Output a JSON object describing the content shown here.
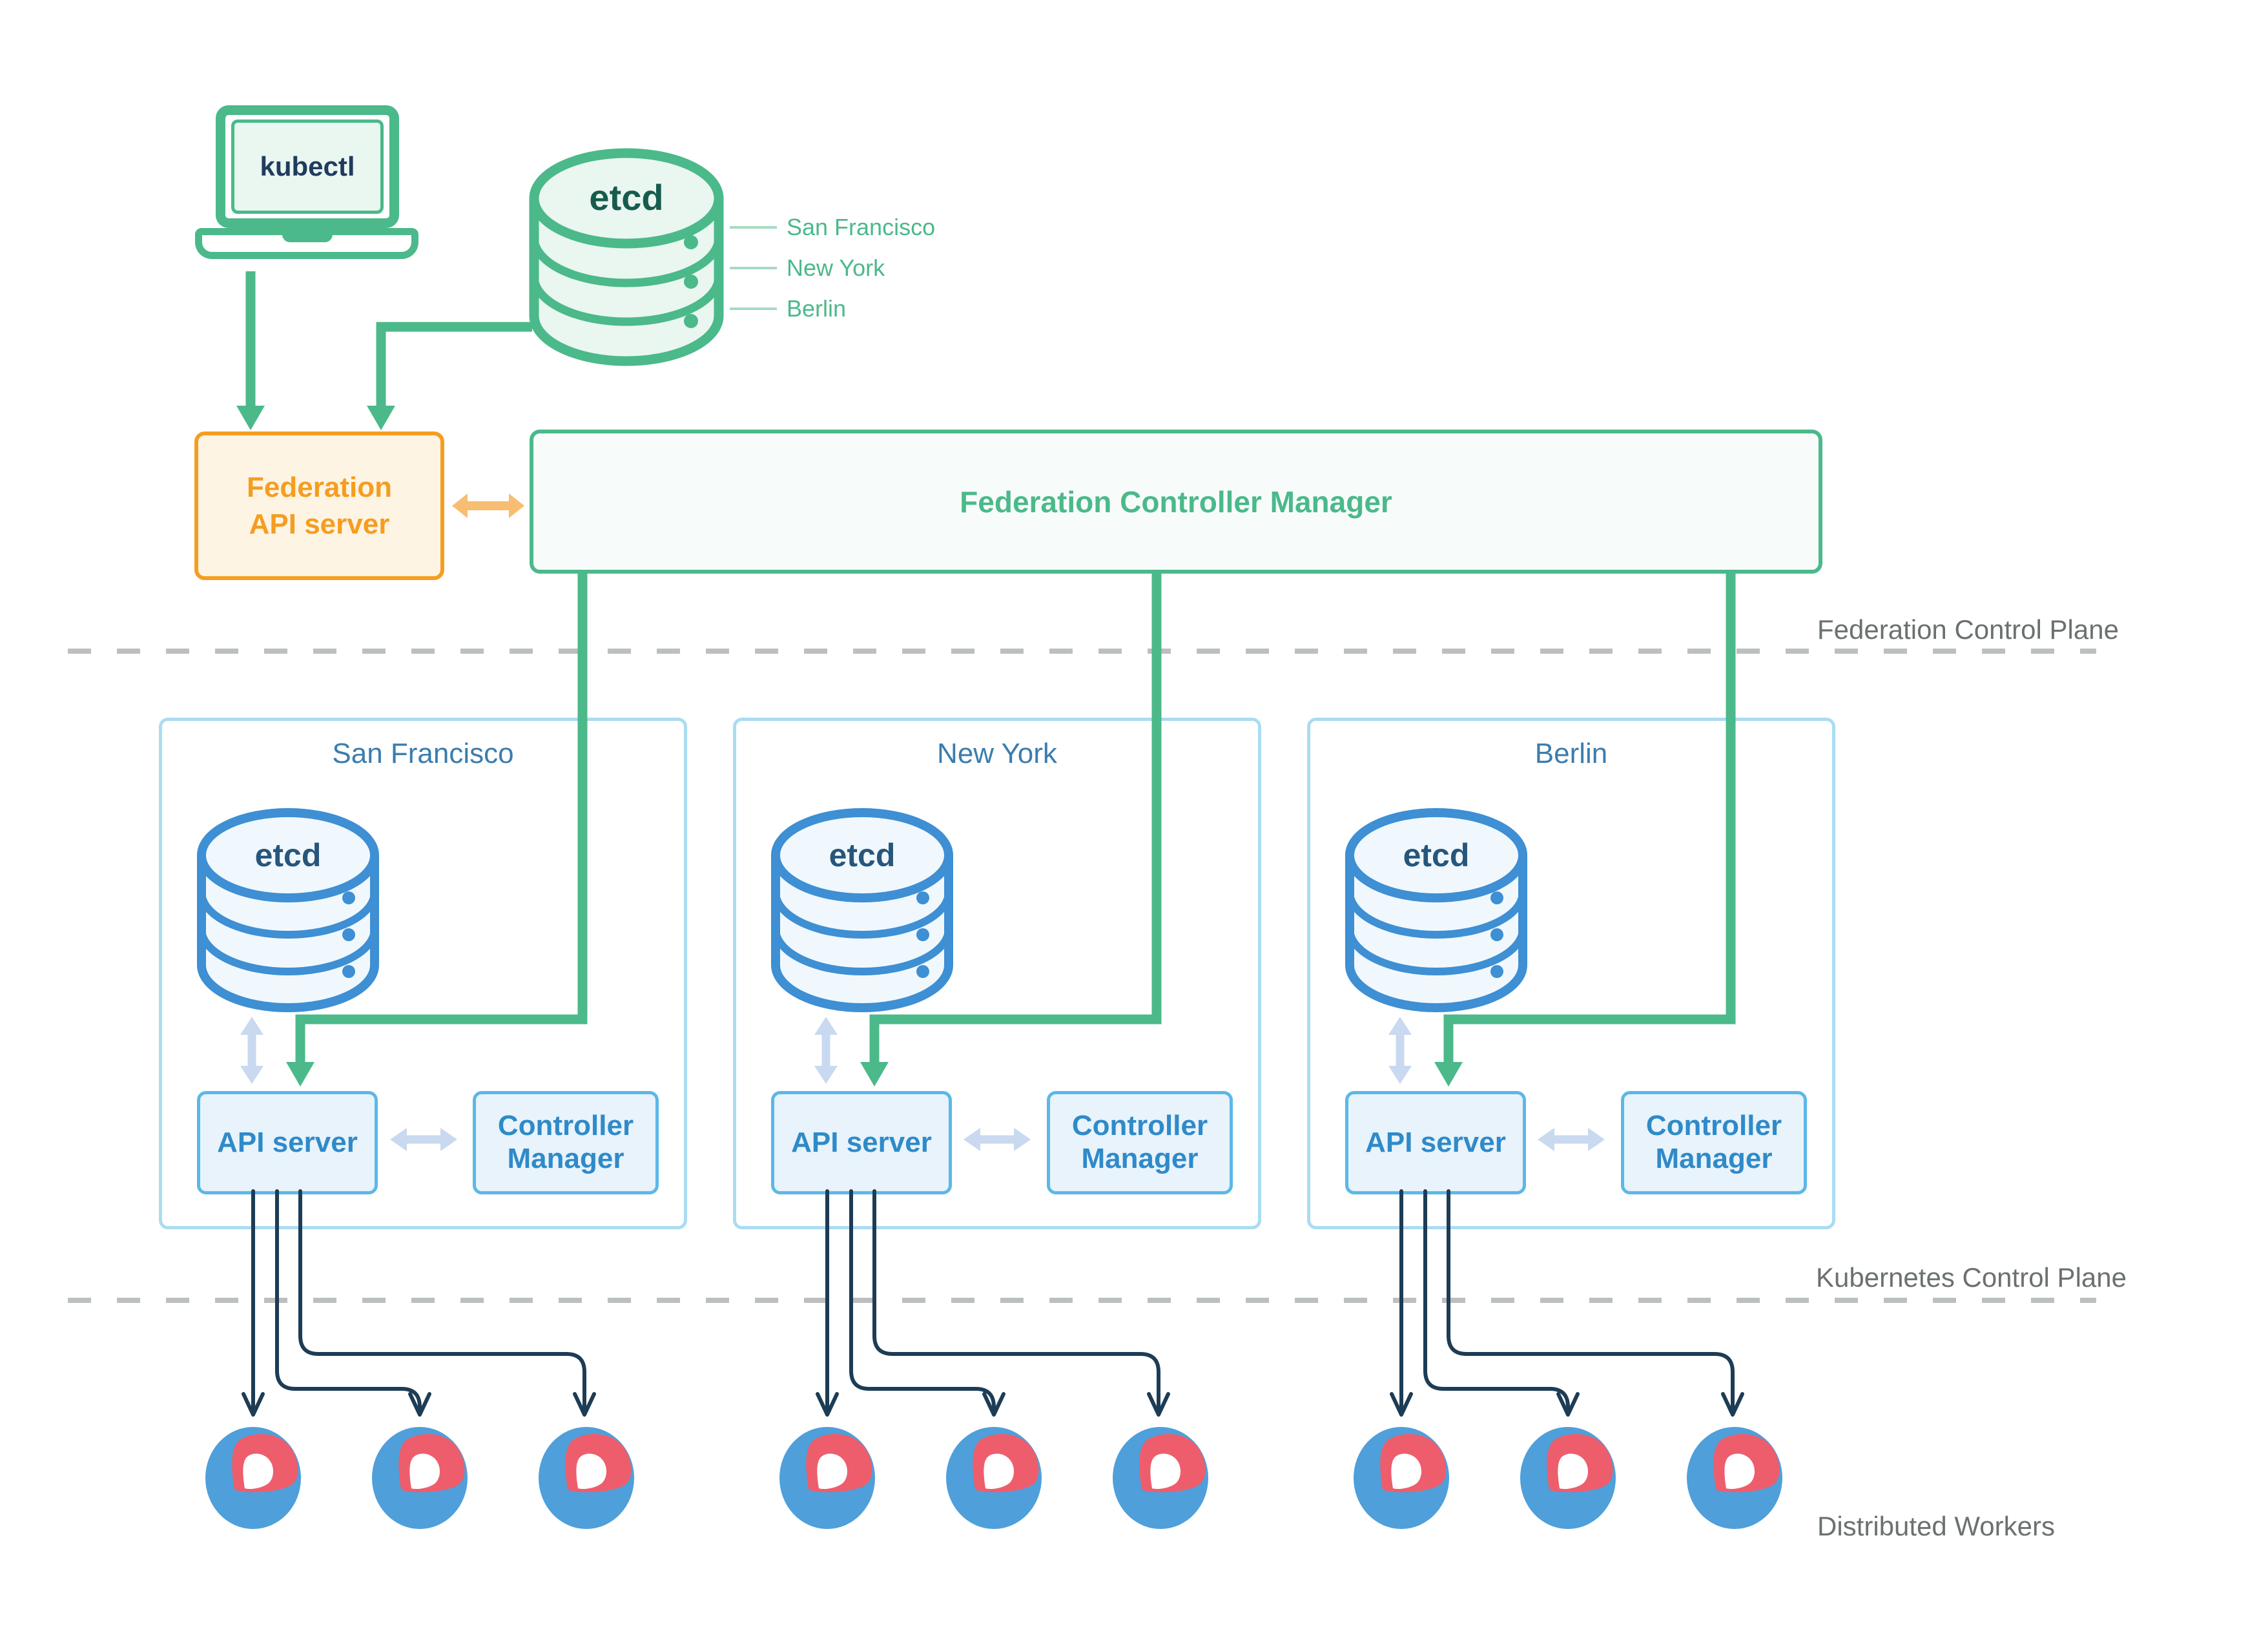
{
  "kubectl": {
    "label": "kubectl"
  },
  "fed_etcd": {
    "label": "etcd",
    "shards": [
      "San Francisco",
      "New York",
      "Berlin"
    ]
  },
  "fed_api": {
    "line1": "Federation",
    "line2": "API server"
  },
  "fcm": {
    "label": "Federation Controller Manager"
  },
  "planes": {
    "federation": "Federation Control Plane",
    "kubernetes": "Kubernetes Control Plane",
    "workers_label": "Distributed Workers"
  },
  "clusters": [
    {
      "title": "San Francisco",
      "etcd_label": "etcd",
      "api_server_label": "API server",
      "cm_line1": "Controller",
      "cm_line2": "Manager",
      "worker_count": 3
    },
    {
      "title": "New York",
      "etcd_label": "etcd",
      "api_server_label": "API server",
      "cm_line1": "Controller",
      "cm_line2": "Manager",
      "worker_count": 3
    },
    {
      "title": "Berlin",
      "etcd_label": "etcd",
      "api_server_label": "API server",
      "cm_line1": "Controller",
      "cm_line2": "Manager",
      "worker_count": 3
    }
  ],
  "colors": {
    "green": "#4bb98a",
    "green_fill": "#eaf6f0",
    "green_text_dark": "#165c4e",
    "orange": "#f59d20",
    "orange_fill": "#fdf4e4",
    "orange_arrow": "#f7bd72",
    "blue_cylinder": "#3e8fd3",
    "blue_cylinder_fill": "#f0f8fd",
    "blue_cylinder_text": "#27567c",
    "cluster_border": "#aadcf2",
    "api_border": "#5bb8e8",
    "api_fill": "#e8f3fb",
    "api_text": "#2f8ac9",
    "pale_blue_arrow": "#c9d9f0",
    "navy": "#1d3c55",
    "gray_label": "#6b7070",
    "dash_gray": "#bcbfbf",
    "worker_blue": "#4f9fda",
    "worker_red": "#ee5d6c",
    "cluster_title": "#3a7dae",
    "kubectl_text": "#1f3b5e"
  }
}
